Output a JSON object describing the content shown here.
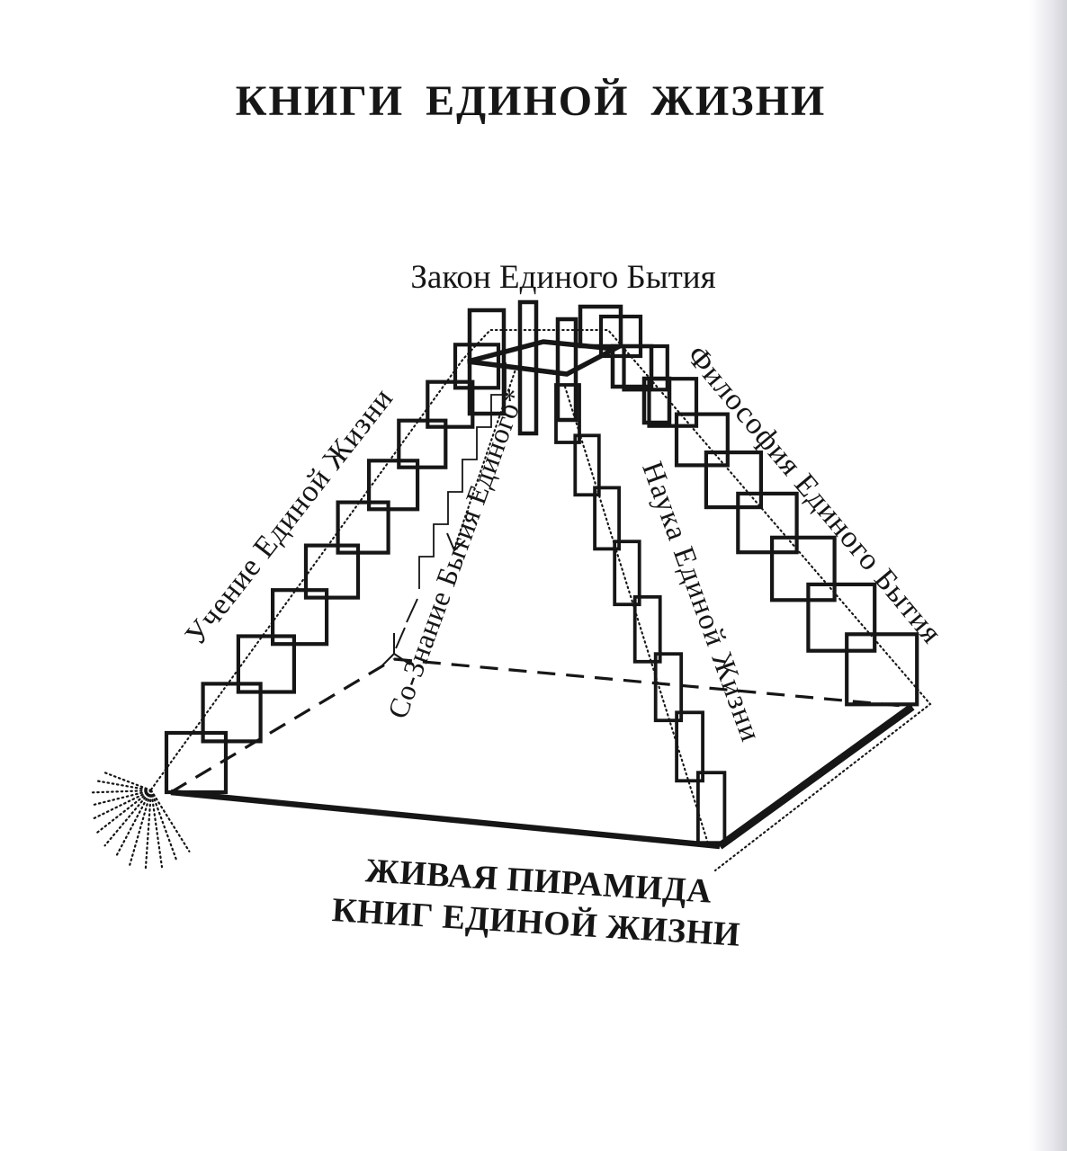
{
  "page": {
    "title": "КНИГИ  ЕДИНОЙ  ЖИЗНИ"
  },
  "diagram": {
    "apex_label": "Закон Единого Бытия",
    "left_edge_label": "Учение Единой Жизни",
    "right_edge_label": "Философия Единого Бытия",
    "inner_right_edge_label": "Наука Единой Жизни",
    "center_axis_label": "Со-Знание Бытия Единого*",
    "caption_line1": "ЖИВАЯ ПИРАМИДА",
    "caption_line2": "КНИГ ЕДИНОЙ ЖИЗНИ",
    "ink_color": "#161616"
  }
}
